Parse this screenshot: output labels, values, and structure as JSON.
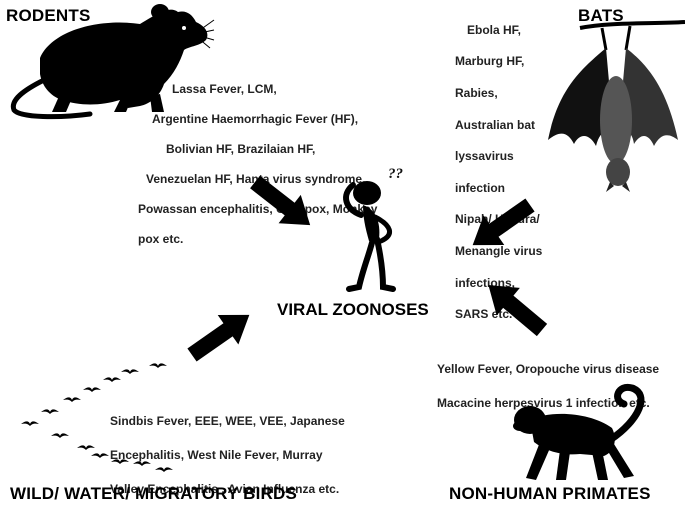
{
  "groups": {
    "rodents": {
      "heading": "RODENTS",
      "lines": [
        "Lassa Fever, LCM,",
        "Argentine Haemorrhagic Fever (HF),",
        "Bolivian HF, Brazilaian HF,",
        "Venezuelan HF,  Hanta virus syndrome,",
        "Powassan encephalitis, Cow pox, Monkey",
        "pox etc."
      ]
    },
    "bats": {
      "heading": "BATS",
      "lines": [
        "Ebola HF,",
        "Marburg HF,",
        "Rabies,",
        "Australian bat",
        "lyssavirus",
        "infection",
        "Nipah/ Hendra/",
        "Menangle virus",
        "infections,",
        "SARS  etc."
      ]
    },
    "birds": {
      "heading": "WILD/ WATER/ MIGRATORY BIRDS",
      "lines": [
        "Sindbis Fever, EEE, WEE, VEE,  Japanese",
        "Encephalitis, West Nile Fever, Murray",
        "Valley Encephalitis , Avian Influenza etc."
      ]
    },
    "primates": {
      "heading": "NON-HUMAN PRIMATES",
      "lines": [
        "Yellow Fever, Oropouche virus disease",
        "Macacine herpesvirus 1 infection etc."
      ]
    }
  },
  "center": {
    "title": "VIRAL ZOONOSES",
    "question_marks": "??"
  },
  "colors": {
    "silhouette": "#000000",
    "arrow": "#000000",
    "text": "#222222"
  },
  "icons": {
    "rodent": "rat-silhouette-icon",
    "bat": "hanging-bat-icon",
    "bird": "flying-bird-icon",
    "primate": "monkey-silhouette-icon",
    "person": "confused-person-icon",
    "arrow": "thick-arrow-icon"
  }
}
